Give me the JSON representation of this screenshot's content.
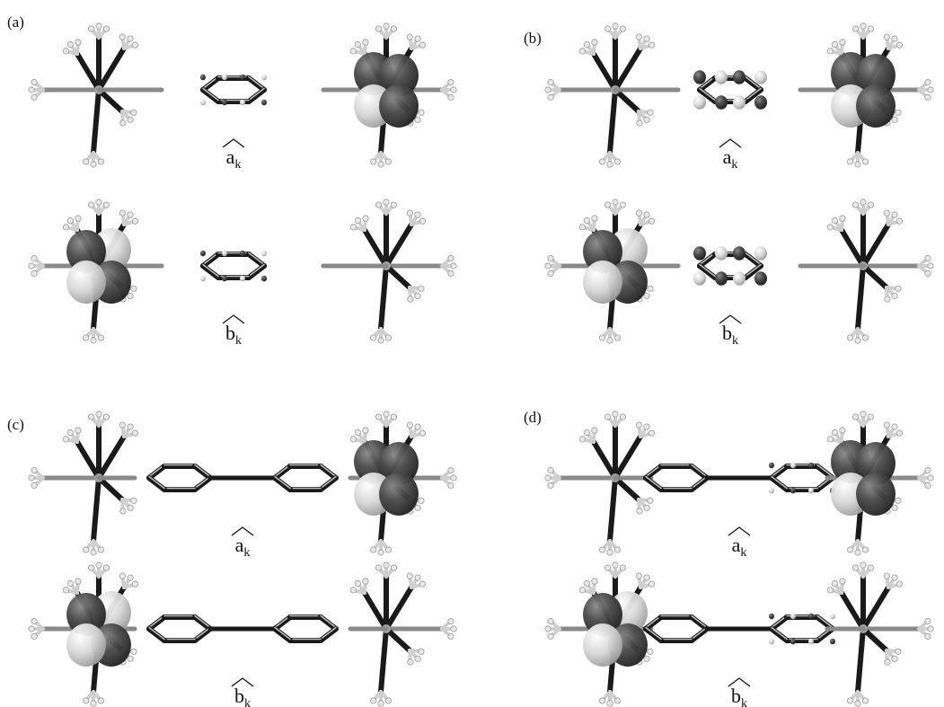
{
  "panels": [
    {
      "id": "a",
      "label": "(a)",
      "molecules": [
        {
          "orbital": "a",
          "subscript": "k",
          "variant": "short",
          "lobe_side": "right",
          "bridge_lobes": "tiny"
        },
        {
          "orbital": "b",
          "subscript": "k",
          "variant": "short",
          "lobe_side": "left",
          "bridge_lobes": "tiny"
        }
      ]
    },
    {
      "id": "b",
      "label": "(b)",
      "molecules": [
        {
          "orbital": "a",
          "subscript": "k",
          "variant": "short",
          "lobe_side": "right",
          "bridge_lobes": "large"
        },
        {
          "orbital": "b",
          "subscript": "k",
          "variant": "short",
          "lobe_side": "left",
          "bridge_lobes": "large"
        }
      ]
    },
    {
      "id": "c",
      "label": "(c)",
      "molecules": [
        {
          "orbital": "a",
          "subscript": "k",
          "variant": "long",
          "lobe_side": "right",
          "bridge_lobes": "none"
        },
        {
          "orbital": "b",
          "subscript": "k",
          "variant": "long",
          "lobe_side": "left",
          "bridge_lobes": "none"
        }
      ]
    },
    {
      "id": "d",
      "label": "(d)",
      "molecules": [
        {
          "orbital": "a",
          "subscript": "k",
          "variant": "long",
          "lobe_side": "right",
          "bridge_lobes": "tiny"
        },
        {
          "orbital": "b",
          "subscript": "k",
          "variant": "long",
          "lobe_side": "left",
          "bridge_lobes": "tiny"
        }
      ]
    }
  ],
  "colors": {
    "bond_dark": "#1a1a1a",
    "bond_mid": "#8a8a8a",
    "hydrogen": "#e8e8e8",
    "lobe_dark": "#3c3c3c",
    "lobe_light": "#d8d8d8",
    "metal": "#a0a0a0"
  }
}
